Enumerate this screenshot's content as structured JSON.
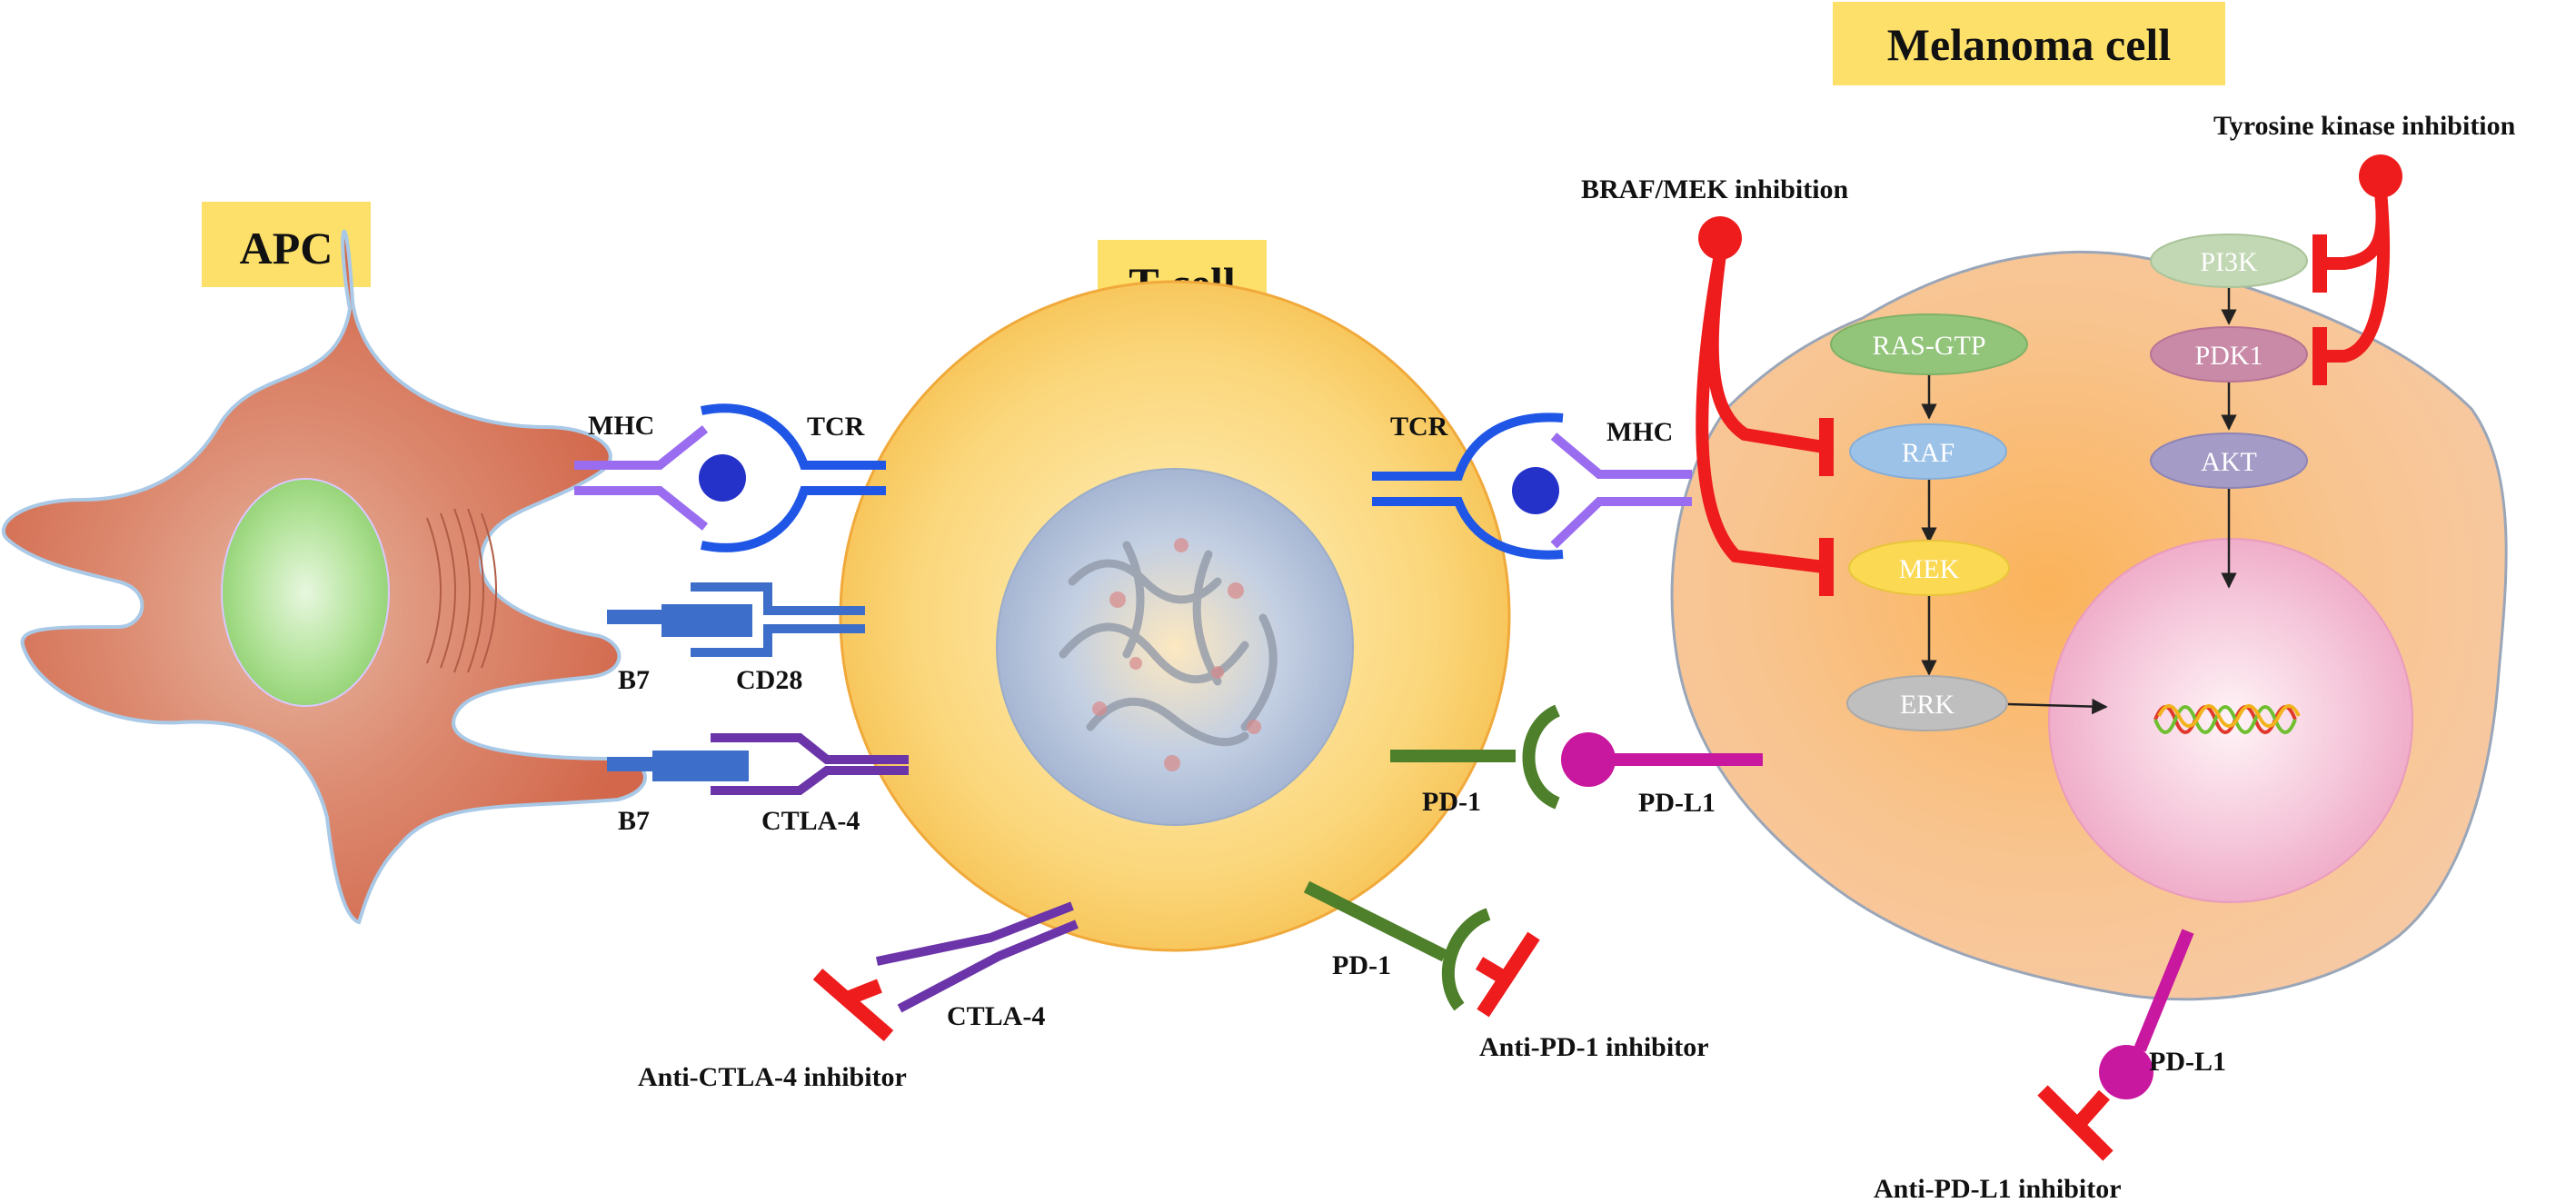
{
  "titles": {
    "apc": "APC",
    "tcell": "T-cell",
    "melanoma": "Melanoma cell"
  },
  "labels": {
    "mhc_left": "MHC",
    "tcr_left": "TCR",
    "b7_top": "B7",
    "cd28": "CD28",
    "b7_bottom": "B7",
    "ctla4_bound": "CTLA-4",
    "ctla4_free": "CTLA-4",
    "anti_ctla4": "Anti-CTLA-4 inhibitor",
    "tcr_right": "TCR",
    "mhc_right": "MHC",
    "pd1_bound": "PD-1",
    "pdl1_bound": "PD-L1",
    "pd1_free": "PD-1",
    "anti_pd1": "Anti-PD-1 inhibitor",
    "pdl1_free": "PD-L1",
    "anti_pdl1": "Anti-PD-L1 inhibitor",
    "braf_mek": "BRAF/MEK inhibition",
    "tyrosine": "Tyrosine kinase inhibition"
  },
  "pathway": {
    "ras": "RAS-GTP",
    "raf": "RAF",
    "mek": "MEK",
    "erk": "ERK",
    "pi3k": "PI3K",
    "pdk1": "PDK1",
    "akt": "AKT"
  },
  "colors": {
    "label_bg": "#fde06a",
    "apc_body": "#d9755a",
    "apc_nucleus": "#a9df8c",
    "tcell_body": "#fbd77c",
    "tcell_nucleus": "#b7c7e0",
    "melanoma_body": "#f8c48f",
    "melanoma_nucleus": "#f2b6cf",
    "tcr": "#1f56e6",
    "mhc": "#9a6df0",
    "b7": "#3d6ec9",
    "ctla4": "#6b34a8",
    "pd1": "#4e7f2a",
    "pdl1": "#c8189f",
    "inhibitor": "#ee1c1c",
    "ras": "#92c47a",
    "raf": "#9cc2e8",
    "mek": "#fbd952",
    "erk": "#bfbfbf",
    "pi3k": "#c2d7b3",
    "pdk1": "#c98aa8",
    "akt": "#a49bc6"
  }
}
